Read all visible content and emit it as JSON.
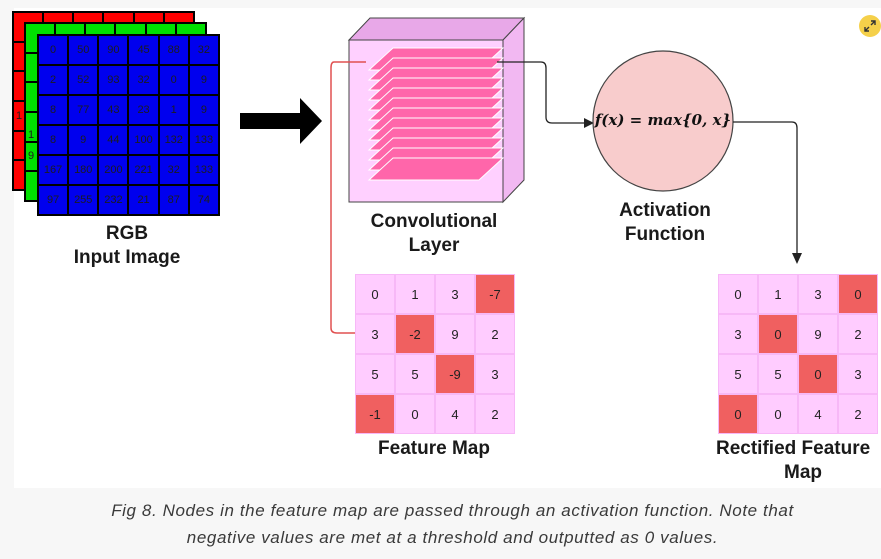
{
  "rgb": {
    "red_partial": [
      "1",
      "1",
      "9"
    ],
    "blue_grid": [
      [
        "0",
        "50",
        "90",
        "45",
        "88",
        "32"
      ],
      [
        "2",
        "52",
        "93",
        "32",
        "0",
        "9"
      ],
      [
        "8",
        "77",
        "43",
        "23",
        "1",
        "9"
      ],
      [
        "8",
        "9",
        "44",
        "100",
        "132",
        "133"
      ],
      [
        "167",
        "180",
        "200",
        "221",
        "32",
        "133"
      ],
      [
        "97",
        "255",
        "232",
        "21",
        "87",
        "74"
      ]
    ],
    "label_line1": "RGB",
    "label_line2": "Input Image"
  },
  "conv": {
    "label_line1": "Convolutional",
    "label_line2": "Layer"
  },
  "activation": {
    "formula": "f(x) = max{0, x}",
    "label_line1": "Activation",
    "label_line2": "Function"
  },
  "feature_map": {
    "label": "Feature Map",
    "cells": [
      [
        "0",
        "1",
        "3",
        "-7"
      ],
      [
        "3",
        "-2",
        "9",
        "2"
      ],
      [
        "5",
        "5",
        "-9",
        "3"
      ],
      [
        "-1",
        "0",
        "4",
        "2"
      ]
    ],
    "negative_mask": [
      [
        false,
        false,
        false,
        true
      ],
      [
        false,
        true,
        false,
        false
      ],
      [
        false,
        false,
        true,
        false
      ],
      [
        true,
        false,
        false,
        false
      ]
    ]
  },
  "rectified": {
    "label_line1": "Rectified Feature",
    "label_line2": "Map",
    "cells": [
      [
        "0",
        "1",
        "3",
        "0"
      ],
      [
        "3",
        "0",
        "9",
        "2"
      ],
      [
        "5",
        "5",
        "0",
        "3"
      ],
      [
        "0",
        "0",
        "4",
        "2"
      ]
    ],
    "highlight_mask": [
      [
        false,
        false,
        false,
        true
      ],
      [
        false,
        true,
        false,
        false
      ],
      [
        false,
        false,
        true,
        false
      ],
      [
        true,
        false,
        false,
        false
      ]
    ]
  },
  "caption": {
    "line1": "Fig 8. Nodes in the feature map are passed through an activation function. Note that",
    "line2": "negative values are met at a threshold and outputted as 0 values."
  },
  "colors": {
    "red_layer": "#ff0000",
    "green_layer": "#00e000",
    "blue_layer": "#0000ee",
    "cell_pink": "#ffccff",
    "cell_negative": "#f06060",
    "activation_circle": "#f8cccc",
    "conv_slice": "#ff66aa"
  },
  "icons": {
    "expand": "expand-icon",
    "arrow": "right-arrow-icon"
  }
}
